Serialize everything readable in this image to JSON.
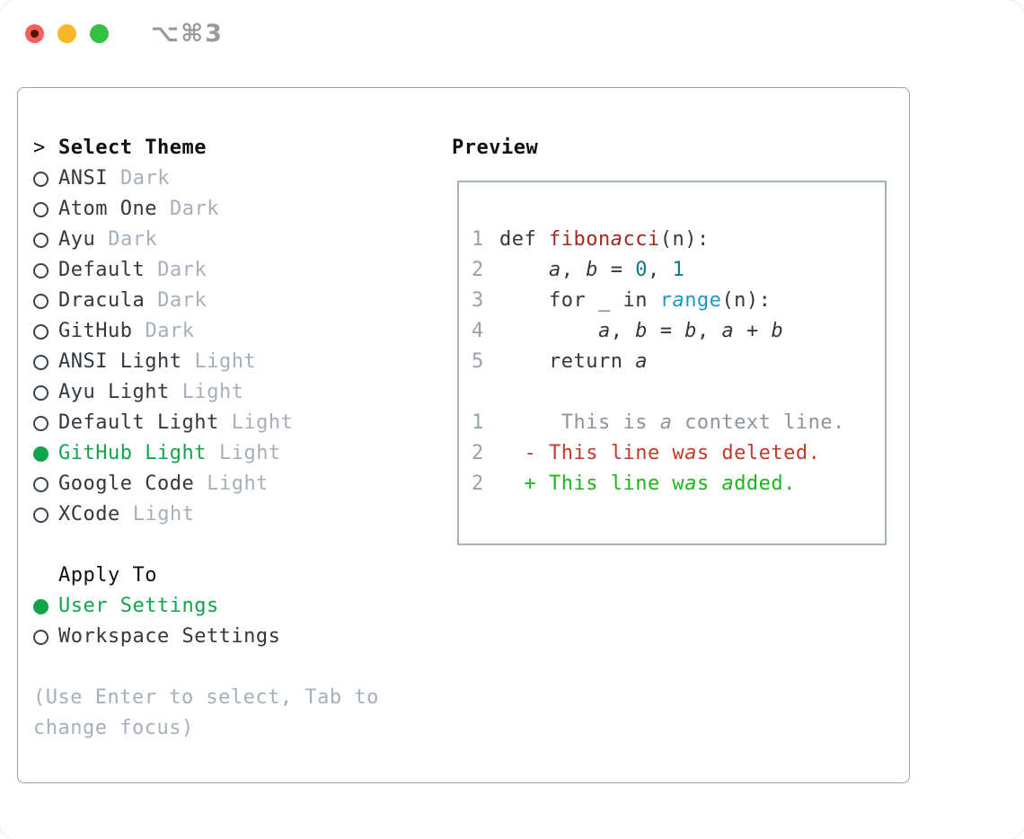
{
  "titlebar": {
    "title": "⌥⌘3"
  },
  "theme_panel": {
    "header_prefix": ">",
    "header": "Select Theme",
    "themes": [
      {
        "label": "ANSI",
        "tag": "Dark",
        "selected": false
      },
      {
        "label": "Atom One",
        "tag": "Dark",
        "selected": false
      },
      {
        "label": "Ayu",
        "tag": "Dark",
        "selected": false
      },
      {
        "label": "Default",
        "tag": "Dark",
        "selected": false
      },
      {
        "label": "Dracula",
        "tag": "Dark",
        "selected": false
      },
      {
        "label": "GitHub",
        "tag": "Dark",
        "selected": false
      },
      {
        "label": "ANSI Light",
        "tag": "Light",
        "selected": false
      },
      {
        "label": "Ayu Light",
        "tag": "Light",
        "selected": false
      },
      {
        "label": "Default Light",
        "tag": "Light",
        "selected": false
      },
      {
        "label": "GitHub Light",
        "tag": "Light",
        "selected": true
      },
      {
        "label": "Google Code",
        "tag": "Light",
        "selected": false
      },
      {
        "label": "XCode",
        "tag": "Light",
        "selected": false
      }
    ],
    "apply_to": {
      "header": "Apply To",
      "options": [
        {
          "label": "User Settings",
          "selected": true
        },
        {
          "label": "Workspace Settings",
          "selected": false
        }
      ]
    },
    "hint_lines": [
      "(Use Enter to select, Tab to",
      "change focus)"
    ]
  },
  "preview": {
    "header": "Preview",
    "code_lines": [
      {
        "num": "1",
        "segments": [
          {
            "text": "def ",
            "style": "plain"
          },
          {
            "text": "fibonacci",
            "style": "function"
          },
          {
            "text": "(n):",
            "style": "plain"
          }
        ]
      },
      {
        "num": "2",
        "segments": [
          {
            "text": "    ",
            "style": "plain"
          },
          {
            "text": "a",
            "style": "variable"
          },
          {
            "text": ", ",
            "style": "plain"
          },
          {
            "text": "b",
            "style": "variable"
          },
          {
            "text": " = ",
            "style": "plain"
          },
          {
            "text": "0",
            "style": "number"
          },
          {
            "text": ", ",
            "style": "plain"
          },
          {
            "text": "1",
            "style": "number"
          }
        ]
      },
      {
        "num": "3",
        "segments": [
          {
            "text": "    for _ in ",
            "style": "plain"
          },
          {
            "text": "range",
            "style": "builtin"
          },
          {
            "text": "(n):",
            "style": "plain"
          }
        ]
      },
      {
        "num": "4",
        "segments": [
          {
            "text": "        ",
            "style": "plain"
          },
          {
            "text": "a",
            "style": "variable"
          },
          {
            "text": ", ",
            "style": "plain"
          },
          {
            "text": "b",
            "style": "variable"
          },
          {
            "text": " = ",
            "style": "plain"
          },
          {
            "text": "b",
            "style": "variable"
          },
          {
            "text": ", ",
            "style": "plain"
          },
          {
            "text": "a",
            "style": "variable"
          },
          {
            "text": " + ",
            "style": "plain"
          },
          {
            "text": "b",
            "style": "variable"
          }
        ]
      },
      {
        "num": "5",
        "segments": [
          {
            "text": "    return ",
            "style": "plain"
          },
          {
            "text": "a",
            "style": "variable"
          }
        ]
      }
    ],
    "diff_lines": [
      {
        "num": "1",
        "segments": [
          {
            "text": "     This is a context line.",
            "style": "context"
          }
        ]
      },
      {
        "num": "2",
        "segments": [
          {
            "text": "  - This line was deleted.",
            "style": "deleted"
          }
        ]
      },
      {
        "num": "2",
        "segments": [
          {
            "text": "  + This line was added.",
            "style": "added"
          }
        ]
      }
    ]
  },
  "colors": {
    "selection_green": "#12a44b",
    "function_red": "#a5281e",
    "number_teal": "#0e7a87",
    "builtin_blue": "#1f97c9",
    "context_gray": "#8d949c",
    "deleted_red": "#c23a28",
    "added_green": "#1db41e",
    "traffic_close": "#f5605a",
    "traffic_minimize": "#f8b62b",
    "traffic_zoom": "#33c13f"
  }
}
